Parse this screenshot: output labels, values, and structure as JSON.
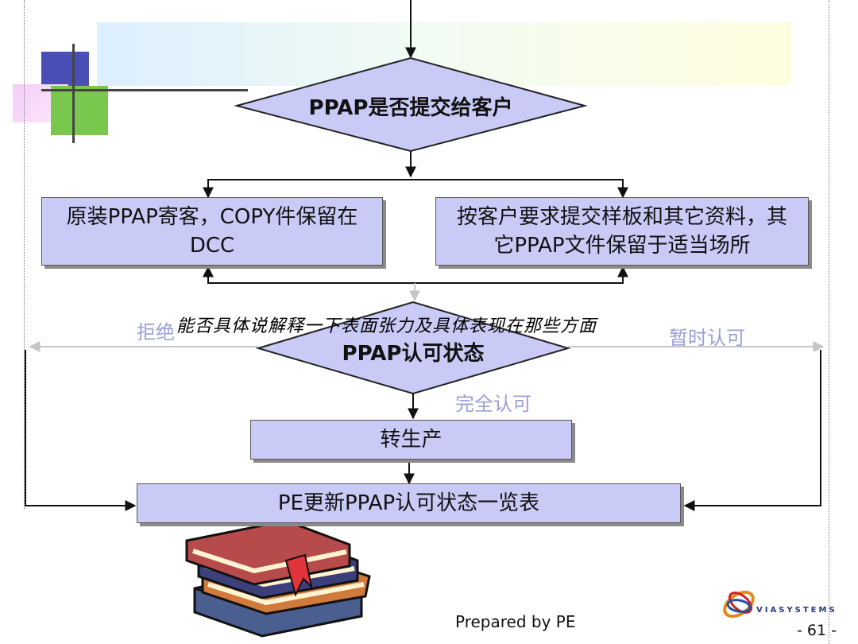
{
  "decision_submit": "PPAP是否提交给客户",
  "box_left": "原装PPAP寄客，COPY件保留在DCC",
  "box_right": "按客户要求提交样板和其它资料，其它PPAP文件保留于适当场所",
  "decision_status": "PPAP认可状态",
  "label_reject": "拒绝",
  "label_temp": "暂时认可",
  "label_full": "完全认可",
  "box_production": "转生产",
  "box_update": "PE更新PPAP认可状态一览表",
  "overlay_note": "能否具体说解释一下表面张力及具体表现在那些方面",
  "footer": "Prepared by PE",
  "page_number": "- 61 -",
  "logo": "VIASYSTEMS",
  "colors": {
    "box_fill": "#c9caf6",
    "label_faint": "#9aa0d8",
    "banner_left": "#dcefff",
    "banner_right": "#fffde0"
  }
}
